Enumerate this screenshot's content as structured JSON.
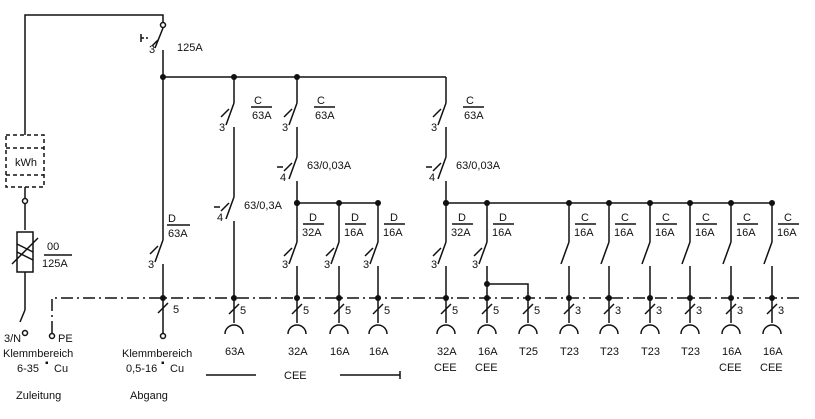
{
  "diagram": {
    "main_switch": {
      "poles": "3",
      "rating": "125A"
    },
    "meter_label": "kWh",
    "main_fuse": {
      "top": "00",
      "bottom": "125A"
    },
    "feed_switch_poles": "3",
    "outgoing_breaker": {
      "type": "D",
      "rating": "63A",
      "poles": "3"
    },
    "branches": [
      {
        "id": "b1",
        "breaker": {
          "type": "C",
          "rating": "63A",
          "poles": "3"
        },
        "rcd": {
          "rating": "63/0,3A",
          "poles": "4"
        }
      },
      {
        "id": "b2",
        "breaker": {
          "type": "C",
          "rating": "63A",
          "poles": "3"
        },
        "rcd": {
          "rating": "63/0,03A",
          "poles": "4"
        }
      },
      {
        "id": "b3",
        "breaker": {
          "type": "C",
          "rating": "63A",
          "poles": "3"
        },
        "rcd": {
          "rating": "63/0,03A",
          "poles": "4"
        }
      }
    ],
    "feeder_breakers": [
      {
        "type": "D",
        "rating": "32A",
        "poles": "3"
      },
      {
        "type": "D",
        "rating": "16A",
        "poles": "3"
      },
      {
        "type": "D",
        "rating": "16A",
        "poles": "3"
      },
      {
        "type": "D",
        "rating": "32A",
        "poles": "3"
      },
      {
        "type": "D",
        "rating": "16A",
        "poles": "3"
      },
      {
        "type": "C",
        "rating": "16A",
        "poles": ""
      },
      {
        "type": "C",
        "rating": "16A",
        "poles": ""
      },
      {
        "type": "C",
        "rating": "16A",
        "poles": ""
      },
      {
        "type": "C",
        "rating": "16A",
        "poles": ""
      },
      {
        "type": "C",
        "rating": "16A",
        "poles": ""
      },
      {
        "type": "C",
        "rating": "16A",
        "poles": ""
      }
    ],
    "terminals": [
      {
        "poles": "5",
        "label": "63A",
        "sublabel": ""
      },
      {
        "poles": "5",
        "label": "32A",
        "sublabel": ""
      },
      {
        "poles": "5",
        "label": "16A",
        "sublabel": ""
      },
      {
        "poles": "5",
        "label": "16A",
        "sublabel": ""
      },
      {
        "poles": "5",
        "label": "32A",
        "sublabel": "CEE"
      },
      {
        "poles": "5",
        "label": "16A",
        "sublabel": "CEE"
      },
      {
        "poles": "5",
        "label": "T25",
        "sublabel": ""
      },
      {
        "poles": "3",
        "label": "T23",
        "sublabel": ""
      },
      {
        "poles": "3",
        "label": "T23",
        "sublabel": ""
      },
      {
        "poles": "3",
        "label": "T23",
        "sublabel": ""
      },
      {
        "poles": "3",
        "label": "T23",
        "sublabel": ""
      },
      {
        "poles": "3",
        "label": "16A",
        "sublabel": "CEE"
      },
      {
        "poles": "3",
        "label": "16A",
        "sublabel": "CEE"
      }
    ],
    "abgang_terminal_poles": "5",
    "group_label": "CEE",
    "left_labels": {
      "conductor": "3/N",
      "pe": "PE",
      "zone": "Klemmbereich",
      "range": "6-35",
      "unit": "Cu",
      "title": "Zuleitung"
    },
    "abgang_labels": {
      "zone": "Klemmbereich",
      "range": "0,5-16",
      "unit": "Cu",
      "title": "Abgang"
    }
  }
}
